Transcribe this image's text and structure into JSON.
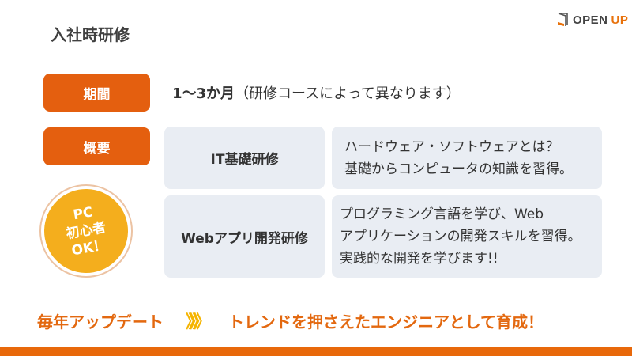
{
  "header": {
    "title": "入社時研修",
    "logo_text_1": "OPEN ",
    "logo_text_2": "UP"
  },
  "period": {
    "label": "期間",
    "value": "1〜3か月",
    "note": "（研修コースによって異なります）"
  },
  "overview": {
    "label": "概要",
    "courses": [
      {
        "name": "IT基礎研修",
        "description": "ハードウェア・ソフトウェアとは？\n基礎からコンピュータの知識を習得。"
      },
      {
        "name": "Webアプリ開発研修",
        "description": "プログラミング言語を学び、Web\nアプリケーションの開発スキルを習得。\n実践的な開発を学びます!!"
      }
    ]
  },
  "badge": {
    "text": "PC\n初心者\nOK！"
  },
  "footer": {
    "left": "毎年アップデート",
    "chevrons": "》》》",
    "right": "トレンドを押さえたエンジニアとして育成！"
  },
  "colors": {
    "accent": "#e45f0f",
    "badge": "#f4ae1d",
    "box": "#e9edf3"
  }
}
